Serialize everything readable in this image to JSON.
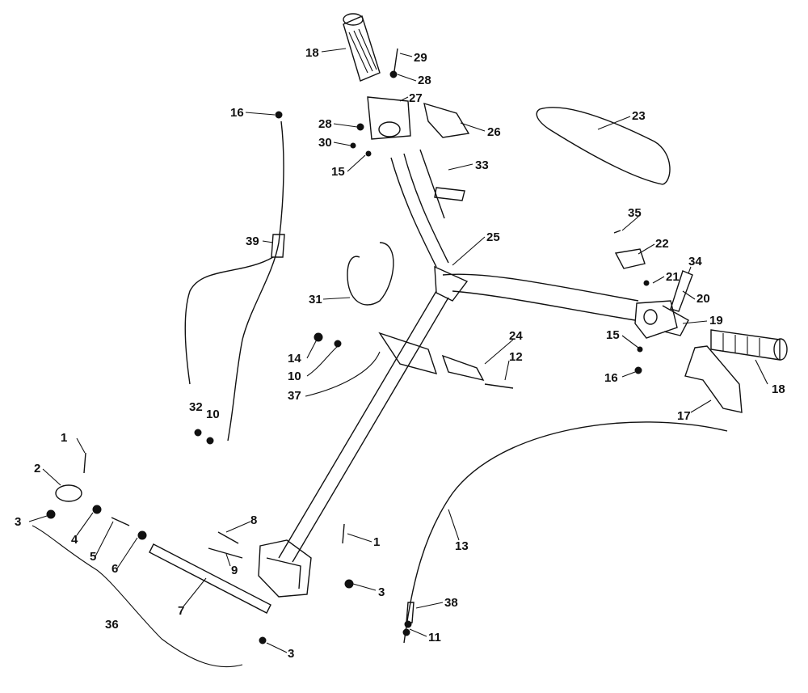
{
  "diagram": {
    "callouts": [
      {
        "id": "c18a",
        "text": "18"
      },
      {
        "id": "c29",
        "text": "29"
      },
      {
        "id": "c28a",
        "text": "28"
      },
      {
        "id": "c27",
        "text": "27"
      },
      {
        "id": "c26",
        "text": "26"
      },
      {
        "id": "c28b",
        "text": "28"
      },
      {
        "id": "c30",
        "text": "30"
      },
      {
        "id": "c15a",
        "text": "15"
      },
      {
        "id": "c16a",
        "text": "16"
      },
      {
        "id": "c33",
        "text": "33"
      },
      {
        "id": "c23",
        "text": "23"
      },
      {
        "id": "c39",
        "text": "39"
      },
      {
        "id": "c25",
        "text": "25"
      },
      {
        "id": "c35",
        "text": "35"
      },
      {
        "id": "c22",
        "text": "22"
      },
      {
        "id": "c34",
        "text": "34"
      },
      {
        "id": "c21",
        "text": "21"
      },
      {
        "id": "c20",
        "text": "20"
      },
      {
        "id": "c19",
        "text": "19"
      },
      {
        "id": "c31",
        "text": "31"
      },
      {
        "id": "c15b",
        "text": "15"
      },
      {
        "id": "c18b",
        "text": "18"
      },
      {
        "id": "c16b",
        "text": "16"
      },
      {
        "id": "c17",
        "text": "17"
      },
      {
        "id": "c14",
        "text": "14"
      },
      {
        "id": "c10a",
        "text": "10"
      },
      {
        "id": "c37",
        "text": "37"
      },
      {
        "id": "c24",
        "text": "24"
      },
      {
        "id": "c12",
        "text": "12"
      },
      {
        "id": "c32",
        "text": "32"
      },
      {
        "id": "c10b",
        "text": "10"
      },
      {
        "id": "c1a",
        "text": "1"
      },
      {
        "id": "c2",
        "text": "2"
      },
      {
        "id": "c3a",
        "text": "3"
      },
      {
        "id": "c4",
        "text": "4"
      },
      {
        "id": "c5",
        "text": "5"
      },
      {
        "id": "c6",
        "text": "6"
      },
      {
        "id": "c8",
        "text": "8"
      },
      {
        "id": "c9",
        "text": "9"
      },
      {
        "id": "c1b",
        "text": "1"
      },
      {
        "id": "c3b",
        "text": "3"
      },
      {
        "id": "c7",
        "text": "7"
      },
      {
        "id": "c36",
        "text": "36"
      },
      {
        "id": "c3c",
        "text": "3"
      },
      {
        "id": "c13",
        "text": "13"
      },
      {
        "id": "c38",
        "text": "38"
      },
      {
        "id": "c11",
        "text": "11"
      }
    ]
  }
}
